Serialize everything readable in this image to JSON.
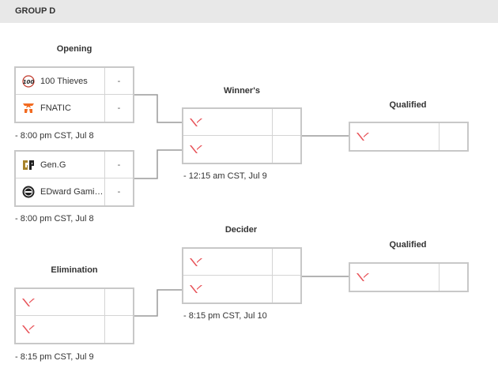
{
  "header": {
    "title": "GROUP D"
  },
  "columns": {
    "opening": "Opening",
    "winners": "Winner's",
    "qualified_top": "Qualified",
    "decider": "Decider",
    "qualified_bottom": "Qualified",
    "elimination": "Elimination"
  },
  "matches": {
    "opening_1": {
      "team1": {
        "name": "100 Thieves",
        "score": "-",
        "icon": "100-thieves-logo-icon"
      },
      "team2": {
        "name": "FNATIC",
        "score": "-",
        "icon": "fnatic-logo-icon"
      },
      "time": "- 8:00 pm CST, Jul 8"
    },
    "opening_2": {
      "team1": {
        "name": "Gen.G",
        "score": "-",
        "icon": "geng-logo-icon"
      },
      "team2": {
        "name": "EDward Gami…",
        "score": "-",
        "icon": "edward-gaming-logo-icon"
      },
      "time": "- 8:00 pm CST, Jul 8"
    },
    "winners": {
      "time": "- 12:15 am CST, Jul 9"
    },
    "decider": {
      "time": "- 8:15 pm CST, Jul 10"
    },
    "elimination": {
      "time": "- 8:15 pm CST, Jul 9"
    }
  },
  "colors": {
    "placeholder_logo": "#e8545a",
    "fnatic": "#f26b21",
    "geng": "#a8842c",
    "border": "#c8c8c8",
    "connector": "#9a9a9a"
  }
}
